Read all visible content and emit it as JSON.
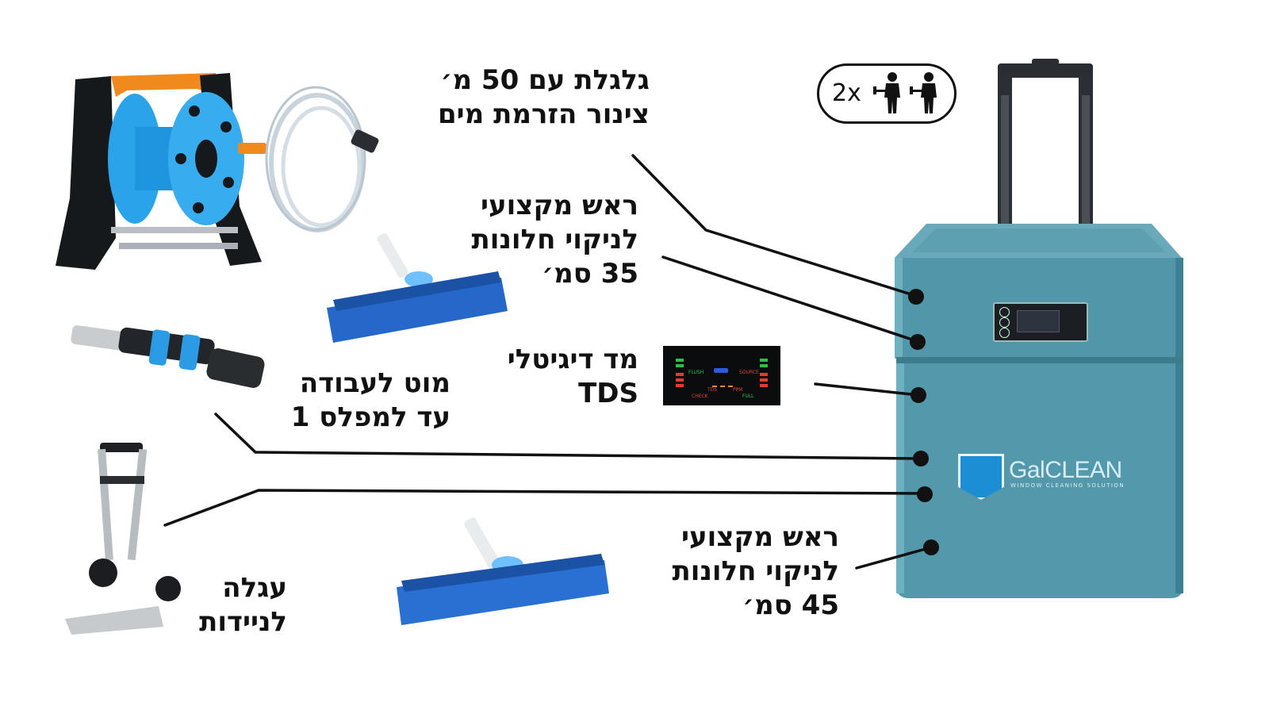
{
  "labels": {
    "hose_reel": [
      "גלגלת עם 50 מ׳",
      "צינור הזרמת מים"
    ],
    "head_35": [
      "ראש מקצועי",
      "לניקוי חלונות",
      "35 סמ׳"
    ],
    "tds_meter": [
      "מד דיגיטלי",
      "TDS"
    ],
    "pole": [
      "מוט לעבודה",
      "עד למפלס 1"
    ],
    "cart": [
      "עגלה",
      "לניידות"
    ],
    "head_45": [
      "ראש מקצועי",
      "לניקוי חלונות",
      "45 סמ׳"
    ]
  },
  "badge": {
    "count": "2x",
    "icon": "two-workers-icon"
  },
  "tds_display": {
    "flush": "FLUSH",
    "source": "SOURCE",
    "tds": "TDS",
    "ppm": "PPM",
    "check": "CHECK",
    "full": "FULL"
  },
  "logo": {
    "brand_part1": "Gal",
    "brand_part2": "CLEAN",
    "tagline": "WINDOW CLEANING SOLUTION"
  },
  "colors": {
    "unit_body": "#5396a8",
    "unit_dark": "#3f7d8e",
    "accent_blue": "#1b7fe0",
    "hose_reel_orange": "#f08a1e",
    "line": "#111111"
  }
}
